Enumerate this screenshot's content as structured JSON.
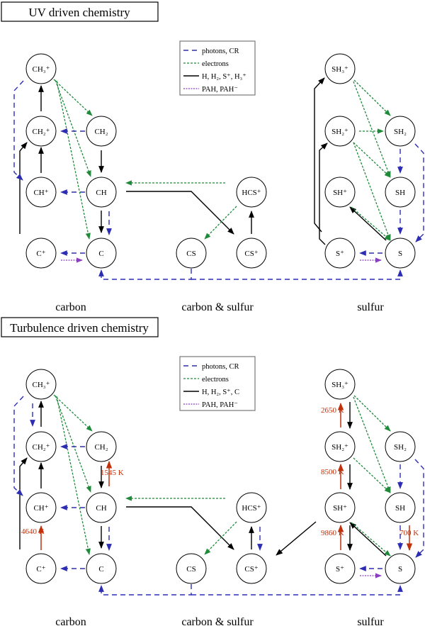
{
  "panels": [
    {
      "title": "UV driven chemistry",
      "legend": {
        "items": [
          {
            "style": "photon",
            "label": "photons, CR"
          },
          {
            "style": "electron",
            "label": "electrons"
          },
          {
            "style": "chem",
            "label": "H, H₂, S⁺, H₃⁺"
          },
          {
            "style": "pah",
            "label": "PAH, PAH⁻"
          }
        ]
      },
      "group_labels": [
        "carbon",
        "carbon & sulfur",
        "sulfur"
      ],
      "nodes": [
        {
          "id": "CH3p",
          "label": "CH₃⁺"
        },
        {
          "id": "CH2p",
          "label": "CH₂⁺"
        },
        {
          "id": "CH2",
          "label": "CH₂"
        },
        {
          "id": "CHp",
          "label": "CH⁺"
        },
        {
          "id": "CH",
          "label": "CH"
        },
        {
          "id": "Cp",
          "label": "C⁺"
        },
        {
          "id": "C",
          "label": "C"
        },
        {
          "id": "CS",
          "label": "CS"
        },
        {
          "id": "HCSp",
          "label": "HCS⁺"
        },
        {
          "id": "CSp",
          "label": "CS⁺"
        },
        {
          "id": "SH3p",
          "label": "SH₃⁺"
        },
        {
          "id": "SH2p",
          "label": "SH₂⁺"
        },
        {
          "id": "SH2",
          "label": "SH₂"
        },
        {
          "id": "SHp",
          "label": "SH⁺"
        },
        {
          "id": "SH",
          "label": "SH"
        },
        {
          "id": "Sp",
          "label": "S⁺"
        },
        {
          "id": "S",
          "label": "S"
        }
      ],
      "edges": [
        {
          "from": "CH2p",
          "to": "CH3p",
          "type": "chem"
        },
        {
          "from": "CHp",
          "to": "CH2p",
          "type": "chem"
        },
        {
          "from": "Cp",
          "to": "CH2p",
          "type": "chem"
        },
        {
          "from": "CH2",
          "to": "CH",
          "type": "chem"
        },
        {
          "from": "CH",
          "to": "C",
          "type": "chem"
        },
        {
          "from": "CH",
          "to": "CSp",
          "type": "chem"
        },
        {
          "from": "CSp",
          "to": "HCSp",
          "type": "chem"
        },
        {
          "from": "Sp",
          "to": "SH3p",
          "type": "chem"
        },
        {
          "from": "Sp",
          "to": "SH2p",
          "type": "chem"
        },
        {
          "from": "S",
          "to": "SHp",
          "type": "chem"
        },
        {
          "from": "CH3p",
          "to": "CH2",
          "type": "electron"
        },
        {
          "from": "CH3p",
          "to": "CH",
          "type": "electron"
        },
        {
          "from": "CH3p",
          "to": "C",
          "type": "electron"
        },
        {
          "from": "HCSp",
          "to": "CH",
          "type": "electron"
        },
        {
          "from": "HCSp",
          "to": "CS",
          "type": "electron"
        },
        {
          "from": "SH3p",
          "to": "SH2",
          "type": "electron"
        },
        {
          "from": "SH3p",
          "to": "SH",
          "type": "electron"
        },
        {
          "from": "SH2p",
          "to": "SH2",
          "type": "electron"
        },
        {
          "from": "SH2p",
          "to": "SH",
          "type": "electron"
        },
        {
          "from": "SH2p",
          "to": "S",
          "type": "electron"
        },
        {
          "from": "SHp",
          "to": "S",
          "type": "electron"
        },
        {
          "from": "CH3p",
          "to": "CHp",
          "type": "photon"
        },
        {
          "from": "CH2",
          "to": "CH2p",
          "type": "photon"
        },
        {
          "from": "CH",
          "to": "CHp",
          "type": "photon"
        },
        {
          "from": "CH",
          "to": "C",
          "type": "photon"
        },
        {
          "from": "C",
          "to": "Cp",
          "type": "photon"
        },
        {
          "from": "CS",
          "to": "C",
          "type": "photon"
        },
        {
          "from": "CS",
          "to": "S",
          "type": "photon"
        },
        {
          "from": "SH2",
          "to": "SH",
          "type": "photon"
        },
        {
          "from": "SH",
          "to": "S",
          "type": "photon"
        },
        {
          "from": "SH2",
          "to": "S",
          "type": "photon"
        },
        {
          "from": "S",
          "to": "Sp",
          "type": "photon"
        },
        {
          "from": "Cp",
          "to": "C",
          "type": "pah"
        },
        {
          "from": "Sp",
          "to": "S",
          "type": "pah"
        }
      ],
      "temperature_labels": []
    },
    {
      "title": "Turbulence driven chemistry",
      "legend": {
        "items": [
          {
            "style": "photon",
            "label": "photons, CR"
          },
          {
            "style": "electron",
            "label": "electrons"
          },
          {
            "style": "chem",
            "label": "H, H₂, S⁺, C"
          },
          {
            "style": "pah",
            "label": "PAH, PAH⁻"
          }
        ]
      },
      "group_labels": [
        "carbon",
        "carbon & sulfur",
        "sulfur"
      ],
      "temperature_labels": [
        {
          "edge": "CH→CH2",
          "label": "1545 K"
        },
        {
          "edge": "Cp→CHp",
          "label": "4640 K"
        },
        {
          "edge": "SH2p→SH3p",
          "label": "2650 K"
        },
        {
          "edge": "SHp→SH2p",
          "label": "8500 K"
        },
        {
          "edge": "Sp→SHp",
          "label": "9860 K"
        },
        {
          "edge": "SH→S",
          "label": "700 K"
        }
      ]
    }
  ],
  "colors": {
    "photon": "#2d2db4",
    "electron": "#1e8a3a",
    "chem": "#000000",
    "pah": "#8a3fbf",
    "heat": "#c0300a"
  }
}
